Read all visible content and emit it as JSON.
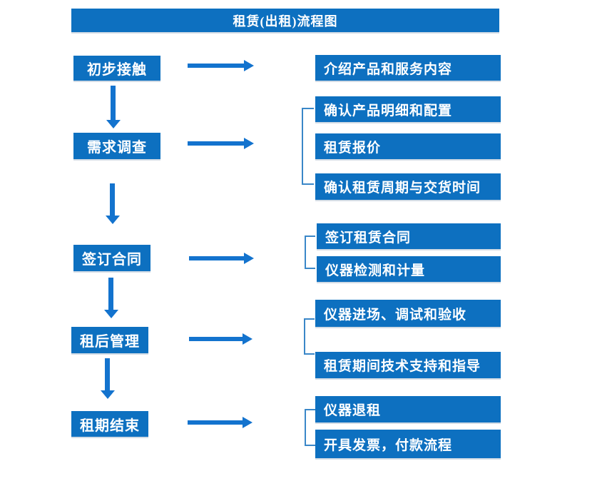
{
  "title": "租赁(出租)流程图",
  "colors": {
    "box_blue": "#0D70C0",
    "arrow_blue": "#1373CE",
    "bracket_blue": "#3A87C8",
    "text_on_blue": "#FFFFFF"
  },
  "icons": {
    "arrow_right": "right-pointing solid arrow (css triangle)",
    "arrow_down": "down-pointing solid arrow (css triangle)",
    "bracket": "square bracket connector opening right"
  },
  "flow": {
    "steps": [
      {
        "label": "初步接触",
        "details": [
          "介绍产品和服务内容"
        ]
      },
      {
        "label": "需求调查",
        "details": [
          "确认产品明细和配置",
          "租赁报价",
          "确认租赁周期与交货时间"
        ]
      },
      {
        "label": "签订合同",
        "details": [
          "签订租赁合同",
          "仪器检测和计量"
        ]
      },
      {
        "label": "租后管理",
        "details": [
          "仪器进场、调试和验收",
          "租赁期间技术支持和指导"
        ]
      },
      {
        "label": "租期结束",
        "details": [
          "仪器退租",
          "开具发票，付款流程"
        ]
      }
    ]
  }
}
